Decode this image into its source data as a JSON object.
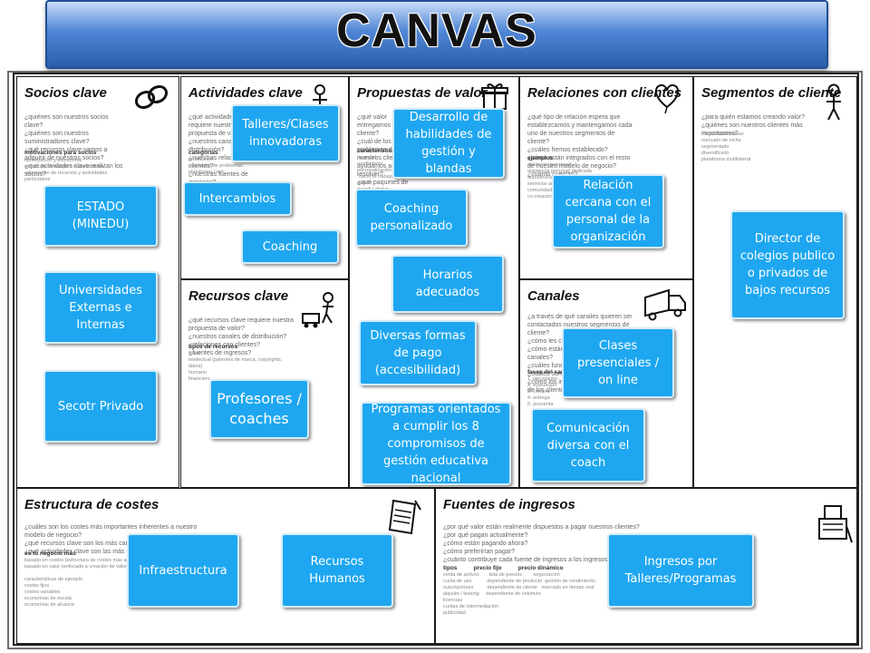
{
  "title": "CANVAS",
  "blocks": {
    "socios": {
      "title": "Socios clave",
      "questions": "¿quiénes son nuestros socios clave?\n¿quiénes son nuestros suministradores clave?\n¿qué recursos clave vamos a adquirir de nuestros socios?\n¿qué actividades clave realizan los socios?",
      "sub": "motivaciones para socios",
      "small": "optimización y economías\nreducción de riesgo e incertidumbre\nadquisición de recursos y actividades particulares"
    },
    "actividades": {
      "title": "Actividades clave",
      "questions": "¿qué actividades clave requiere nuestra propuesta de valor?\n¿nuestros canales de distribución?\n¿nuestras relaciones con clientes?\n¿nuestras fuentes de ingresos?",
      "sub": "categorías",
      "small": "producción\nresolución de problemas\nplataforma / red"
    },
    "propuestas": {
      "title": "Propuestas de valor",
      "questions": "¿qué valor entregamos al cliente?\n¿cuál de los problemas de nuestros clientes ayudamos a resolver?\n¿qué paquetes de productos y servicios ofrecemos a cada segmento?\n¿qué necesidades de los clientes satisfacemos?",
      "sub": "características",
      "small": "novedad\nrendimiento\npersonalización\n\"hacer el trabajo\"\ndiseño\nmarca / status\nprecio\nreducción de costes\nreducción de riesgos\naccesibilidad\nconveniencia / usabilidad"
    },
    "relaciones": {
      "title": "Relaciones con clientes",
      "questions": "¿qué tipo de relación espera que establezcamos y mantengamos cada uno de nuestros segmentos de cliente?\n¿cuáles hemos establecido?\n¿cómo están integrados con el resto de nuestro modelo de negocio?\n¿cuánto cuestan?",
      "sub": "ejemplos",
      "small": "asistencia personal\nasistencia personal dedicada\nautoservicio\nservicios automatizados\ncomunidades\nco-creación"
    },
    "segmentos": {
      "title": "Segmentos de cliente",
      "questions": "¿para quién estamos creando valor?\n¿quiénes son nuestros clientes más importantes?",
      "sub": "",
      "small": "mercado de masas\nmercado de nicho\nsegmentado\ndiversificado\nplataforma multilateral"
    },
    "recursos": {
      "title": "Recursos clave",
      "questions": "¿qué recursos clave requiere nuestra propuesta de valor?\n¿nuestros canales de distribución? ¿relaciones con clientes?\n¿fuentes de ingresos?",
      "sub": "tipos de recursos",
      "small": "físico\nintelectual (patentes de marca, copyrights, datos)\nhumano\nfinanciero"
    },
    "canales": {
      "title": "Canales",
      "questions": "¿a través de qué canales quieren ser contactados nuestros segmentos de cliente?\n¿cómo les contactamos ahora?\n¿cómo están integrados nuestros canales?\n¿cuáles funcionan mejor?\n¿cuáles son más rentables?\n¿cómo los integramos con las rutinas de los clientes?",
      "sub": "fases del canal",
      "small": "1. percepción\n2. evaluación\n3. compra\n4. entrega\n5. posventa"
    },
    "costes": {
      "title": "Estructura de costes",
      "questions": "¿cuáles son los costes más importantes inherentes a nuestro modelo de negocio?\n¿qué recursos clave son los más caros?\n¿qué actividades clave son las más caras?",
      "sub": "es tu negocio más",
      "small": "basado en costes (estructura de costes más ajustada)\nbasado en valor (enfocado a creación de valor)\n\ncaracterísticas de ejemplo\ncostes fijos\ncostes variables\neconomías de escala\neconomías de alcance"
    },
    "ingresos": {
      "title": "Fuentes de ingresos",
      "questions": "¿por qué valor están realmente dispuestos a pagar nuestros clientes?\n¿por qué pagan actualmente?\n¿cómo están pagando ahora?\n¿cómo preferirían pagar?\n¿cuánto contribuye cada fuente de ingresos a los ingresos totales?",
      "sub": "tipos          precio fijo          precio dinámico",
      "small": "venta de activos       lista de precios        negociación\ncuota de uso           dependiente de producto  gestión de rendimiento\nsuscripciones          dependiente de cliente   mercado en tiempo real\nalquiler / leasing     dependiente de volumen\nlicencias\ncuotas de intermediación\npublicidad"
    }
  },
  "notes": {
    "estado": "ESTADO (MINEDU)",
    "universidades": "Universidades Externas e Internas",
    "privado": "Secotr Privado",
    "talleres": "Talleres/Clases innovadoras",
    "intercambios": "Intercambios",
    "coaching": "Coaching",
    "profesores": "Profesores / coaches",
    "desarrollo": "Desarrollo de habilidades de gestión y blandas",
    "coaching_pers": "Coaching personalizado",
    "horarios": "Horarios adecuados",
    "formas_pago": "Diversas formas de pago (accesibilidad)",
    "programas": "Programas orientados a cumplir los 8 compromisos de gestión educativa nacional",
    "relacion": "Relación cercana con el personal de la organización",
    "clases": "Clases presenciales / on line",
    "comunicacion": "Comunicación diversa con el coach",
    "director": "Director de colegios publico o privados de bajos recursos",
    "infraestructura": "Infraestructura",
    "rrhh": "Recursos Humanos",
    "ingresos_talleres": "Ingresos por Talleres/Programas"
  },
  "colors": {
    "note": "#1ea7f0",
    "banner": "#4f86d6"
  }
}
